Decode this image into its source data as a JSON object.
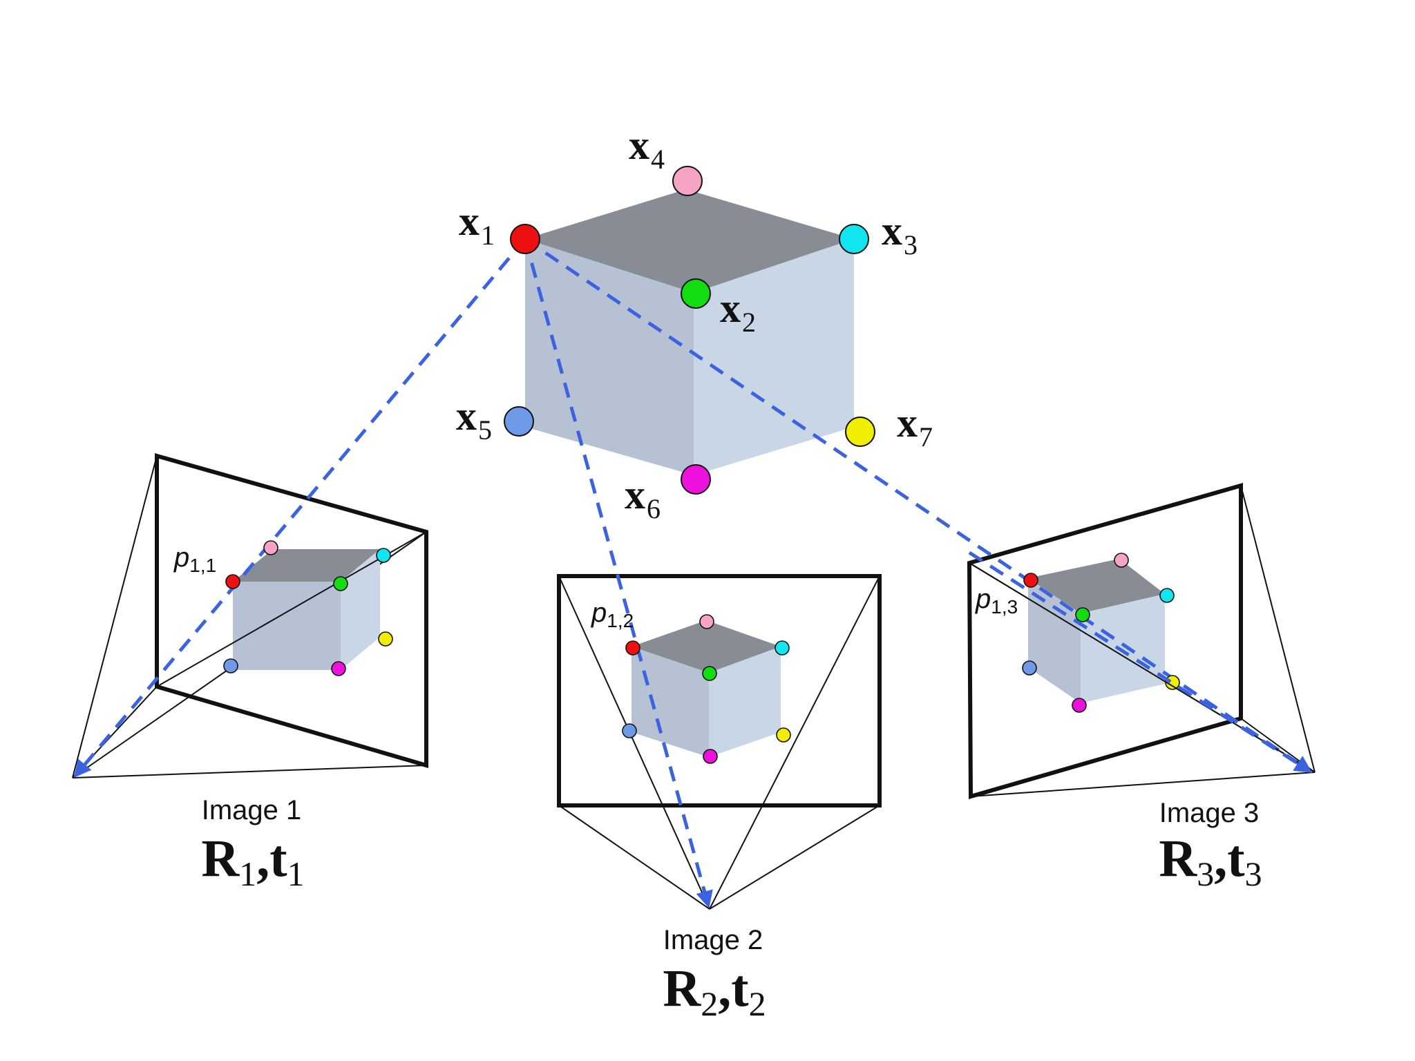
{
  "colors": {
    "x1": "#ee1111",
    "x2": "#11dd11",
    "x3": "#11e6f0",
    "x4": "#f7a3c6",
    "x5": "#6f9ae8",
    "x6": "#ee11dd",
    "x7": "#f2ee00",
    "ray": "#3b63e0",
    "cube_top": "#878c95",
    "cube_left": "#b6c2d4",
    "cube_right": "#c9d6e6"
  },
  "points": {
    "x1": {
      "letter": "x",
      "sub": "1"
    },
    "x2": {
      "letter": "x",
      "sub": "2"
    },
    "x3": {
      "letter": "x",
      "sub": "3"
    },
    "x4": {
      "letter": "x",
      "sub": "4"
    },
    "x5": {
      "letter": "x",
      "sub": "5"
    },
    "x6": {
      "letter": "x",
      "sub": "6"
    },
    "x7": {
      "letter": "x",
      "sub": "7"
    }
  },
  "images": [
    {
      "caption": "Image 1",
      "R": "R",
      "R_sub": "1",
      "t": "t",
      "t_sub": "1",
      "p": "p",
      "p_sub": "1,1"
    },
    {
      "caption": "Image 2",
      "R": "R",
      "R_sub": "2",
      "t": "t",
      "t_sub": "2",
      "p": "p",
      "p_sub": "1,2"
    },
    {
      "caption": "Image 3",
      "R": "R",
      "R_sub": "3",
      "t": "t",
      "t_sub": "3",
      "p": "p",
      "p_sub": "1,3"
    }
  ],
  "separator": ","
}
